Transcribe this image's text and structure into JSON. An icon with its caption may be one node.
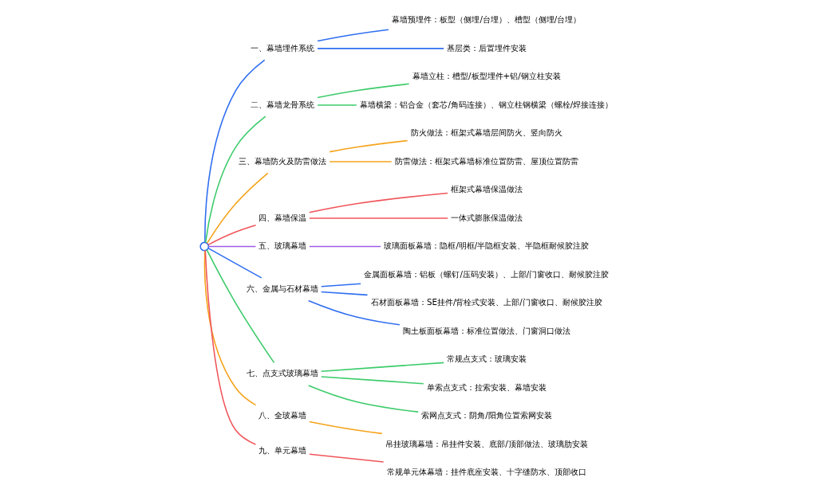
{
  "diagram": {
    "nodes": [
      {
        "text": [],
        "shape": "circle"
      },
      {
        "text": [
          "一、幕墙埋件系统"
        ]
      },
      {
        "text": [
          "幕墙预埋件：板型（侧埋/台埋）、槽型（侧埋/台埋）"
        ]
      },
      {
        "text": [
          "基层类：后置埋件安装"
        ]
      },
      {
        "text": [
          "二、幕墙龙骨系统"
        ]
      },
      {
        "text": [
          "幕墙立柱：槽型/板型埋件+铝/钢立柱安装"
        ]
      },
      {
        "text": [
          "幕墙横梁：铝合金（套芯/角码连接）、钢立柱钢横梁（螺栓/焊接连接）"
        ]
      },
      {
        "text": [
          "三、幕墙防火及防雷做法"
        ]
      },
      {
        "text": [
          "防火做法：框架式幕墙层间防火、竖向防火"
        ]
      },
      {
        "text": [
          "防雷做法：框架式幕墙标准位置防雷、屋顶位置防雷"
        ]
      },
      {
        "text": [
          "四、幕墙保温"
        ]
      },
      {
        "text": [
          "框架式幕墙保温做法"
        ]
      },
      {
        "text": [
          "一体式膨胀保温做法"
        ]
      },
      {
        "text": [
          "五、玻璃幕墙"
        ]
      },
      {
        "text": [
          "玻璃面板幕墙：隐框/明框/半隐框安装、半隐框耐候胶注胶"
        ]
      },
      {
        "text": [
          "六、金属与石材幕墙"
        ]
      },
      {
        "text": [
          "金属面板幕墙：铝板（螺钉/压码安装）、上部/门窗收口、耐候胶注胶"
        ]
      },
      {
        "text": [
          "石材面板幕墙：SE挂件/背栓式安装、上部/门窗收口、耐候胶注胶"
        ]
      },
      {
        "text": [
          "陶土板面板幕墙：标准位置做法、门窗洞口做法"
        ]
      },
      {
        "text": [
          "七、点支式玻璃幕墙"
        ]
      },
      {
        "text": [
          "常规点支式：玻璃安装"
        ]
      },
      {
        "text": [
          "单索点支式：拉索安装、幕墙安装"
        ]
      },
      {
        "text": [
          "索网点支式：阴角/阳角位置索网安装"
        ]
      },
      {
        "text": [
          "八、全玻幕墙"
        ]
      },
      {
        "text": [
          "吊挂玻璃幕墙：吊挂件安装、底部/顶部做法、玻璃肋安装"
        ]
      },
      {
        "text": [
          "九、单元幕墙"
        ]
      },
      {
        "text": [
          "常规单元体幕墙：挂件底座安装、十字缝防水、顶部收口"
        ]
      }
    ],
    "edges": [
      {
        "from": 0,
        "to": 1,
        "arrow": "none",
        "color": "#2f6ef0"
      },
      {
        "from": 1,
        "to": 2,
        "arrow": "none",
        "color": "#2f6ef0"
      },
      {
        "from": 1,
        "to": 3,
        "arrow": "none",
        "color": "#2f6ef0"
      },
      {
        "from": 0,
        "to": 4,
        "arrow": "none",
        "color": "#3ccb6a"
      },
      {
        "from": 4,
        "to": 5,
        "arrow": "none",
        "color": "#3ccb6a"
      },
      {
        "from": 4,
        "to": 6,
        "arrow": "none",
        "color": "#3ccb6a"
      },
      {
        "from": 0,
        "to": 7,
        "arrow": "none",
        "color": "#f5a31a"
      },
      {
        "from": 7,
        "to": 8,
        "arrow": "none",
        "color": "#f5a31a"
      },
      {
        "from": 7,
        "to": 9,
        "arrow": "none",
        "color": "#f5a31a"
      },
      {
        "from": 0,
        "to": 10,
        "arrow": "none",
        "color": "#f0555a"
      },
      {
        "from": 10,
        "to": 11,
        "arrow": "none",
        "color": "#f0555a"
      },
      {
        "from": 10,
        "to": 12,
        "arrow": "none",
        "color": "#f0555a"
      },
      {
        "from": 0,
        "to": 13,
        "arrow": "none",
        "color": "#a05ce6"
      },
      {
        "from": 13,
        "to": 14,
        "arrow": "none",
        "color": "#a05ce6"
      },
      {
        "from": 0,
        "to": 15,
        "arrow": "none",
        "color": "#2f6ef0"
      },
      {
        "from": 15,
        "to": 16,
        "arrow": "none",
        "color": "#2f6ef0"
      },
      {
        "from": 15,
        "to": 17,
        "arrow": "none",
        "color": "#2f6ef0"
      },
      {
        "from": 15,
        "to": 18,
        "arrow": "none",
        "color": "#2f6ef0"
      },
      {
        "from": 0,
        "to": 19,
        "arrow": "none",
        "color": "#3ccb6a"
      },
      {
        "from": 19,
        "to": 20,
        "arrow": "none",
        "color": "#3ccb6a"
      },
      {
        "from": 19,
        "to": 21,
        "arrow": "none",
        "color": "#3ccb6a"
      },
      {
        "from": 19,
        "to": 22,
        "arrow": "none",
        "color": "#3ccb6a"
      },
      {
        "from": 0,
        "to": 23,
        "arrow": "none",
        "color": "#f5a31a"
      },
      {
        "from": 23,
        "to": 24,
        "arrow": "none",
        "color": "#f5a31a"
      },
      {
        "from": 0,
        "to": 25,
        "arrow": "none",
        "color": "#f0555a"
      },
      {
        "from": 25,
        "to": 26,
        "arrow": "none",
        "color": "#f0555a"
      }
    ]
  }
}
